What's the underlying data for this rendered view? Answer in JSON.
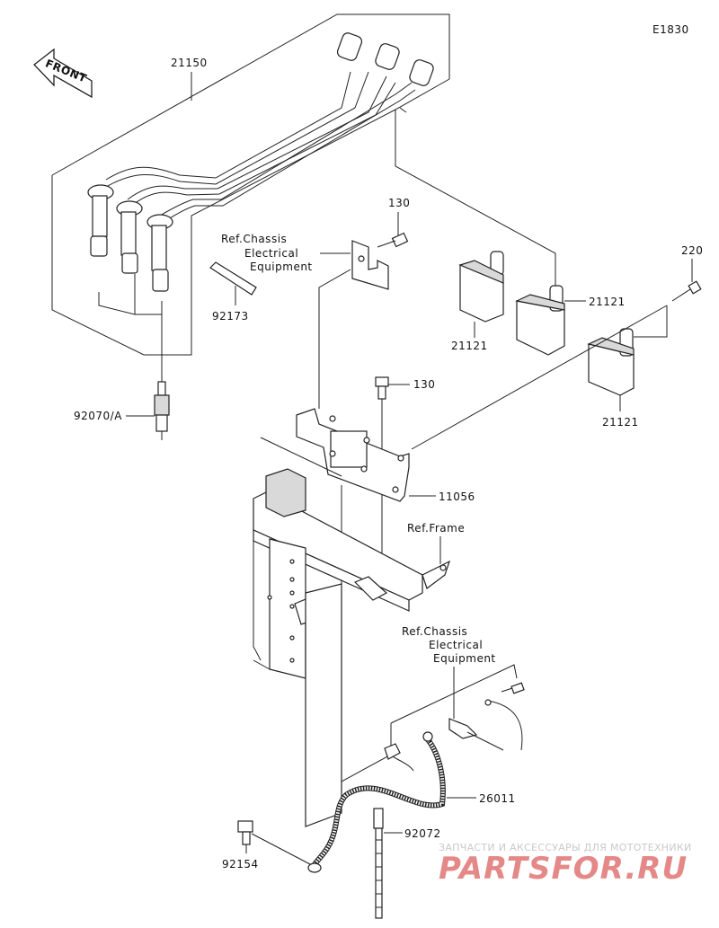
{
  "diagram_code": "E1830",
  "front_label": "FRONT",
  "labels": {
    "p21150": "21150",
    "p92173": "92173",
    "p92070a": "92070/A",
    "ref_chassis_1": [
      "Ref.Chassis",
      "Electrical",
      "Equipment"
    ],
    "p130_top": "130",
    "p130_mid": "130",
    "p21121_a": "21121",
    "p21121_b": "21121",
    "p21121_c": "21121",
    "p220": "220",
    "p11056": "11056",
    "ref_frame": "Ref.Frame",
    "ref_chassis_2": [
      "Ref.Chassis",
      "Electrical",
      "Equipment"
    ],
    "p26011": "26011",
    "p92072": "92072",
    "p92154": "92154"
  },
  "watermark": {
    "subtitle": "ЗАПЧАСТИ И АКСЕССУАРЫ ДЛЯ МОТОТЕХНИКИ",
    "brand": "PARTSFOR.RU"
  }
}
